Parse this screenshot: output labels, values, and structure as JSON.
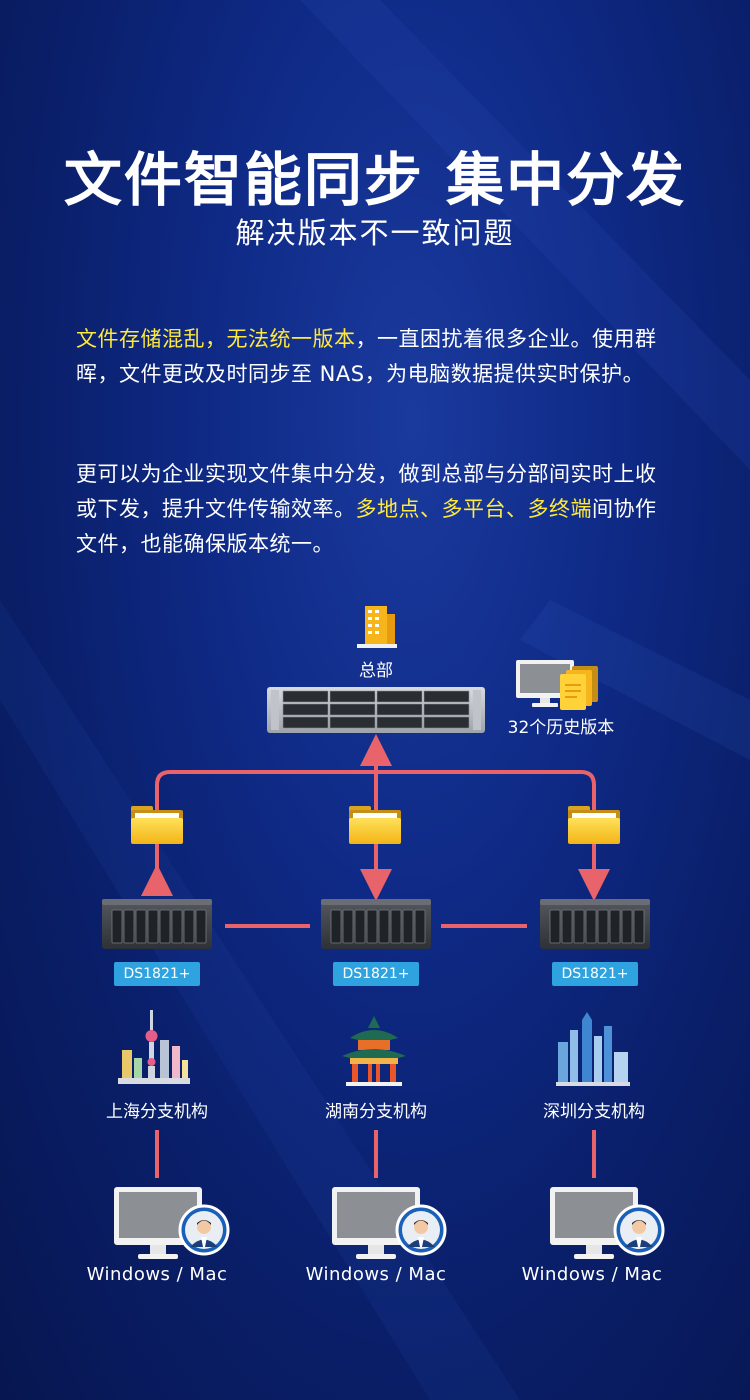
{
  "header": {
    "title": "文件智能同步 集中分发",
    "subtitle": "解决版本不一致问题"
  },
  "paragraph1": {
    "highlight1": "文件存储混乱",
    "sep1": "，",
    "highlight2": "无法统一版本",
    "rest": "，一直困扰着很多企业。使用群晖，文件更改及时同步至 NAS，为电脑数据提供实时保护。"
  },
  "paragraph2": {
    "start": "更可以为企业实现文件集中分发，做到总部与分部间实时上收或下发，提升文件传输效率。",
    "highlight": "多地点、多平台、多终端",
    "end": "间协作文件，也能确保版本统一。"
  },
  "diagram": {
    "hq_label": "总部",
    "versions_label": "32个历史版本",
    "nas_model": "DS1821+",
    "branches": [
      {
        "name": "上海分支机构",
        "model": "DS1821+",
        "client": "Windows / Mac"
      },
      {
        "name": "湖南分支机构",
        "model": "DS1821+",
        "client": "Windows / Mac"
      },
      {
        "name": "深圳分支机构",
        "model": "DS1821+",
        "client": "Windows / Mac"
      }
    ]
  },
  "colors": {
    "background": "#0f2a86",
    "highlight": "#ffe93c",
    "connector": "#e8636a",
    "badge": "#2ea3e0",
    "folder": "#f7c623"
  }
}
